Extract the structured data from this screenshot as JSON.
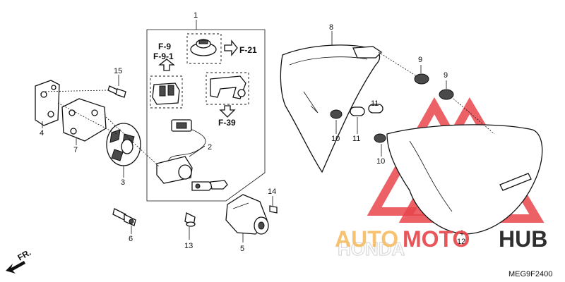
{
  "diagram": {
    "code": "MEG9F2400",
    "front_marker": "FR.",
    "callouts": {
      "c1": "1",
      "c2": "2",
      "c3": "3",
      "c4": "4",
      "c5": "5",
      "c6": "6",
      "c7": "7",
      "c8": "8",
      "c9a": "9",
      "c9b": "9",
      "c10a": "10",
      "c10b": "10",
      "c11a": "11",
      "c11b": "11",
      "c12": "12",
      "c13": "13",
      "c14": "14",
      "c15": "15"
    },
    "references": {
      "r_f9": "F-9",
      "r_f91": "F-9-1",
      "r_f21": "F-21",
      "r_f39": "F-39"
    }
  },
  "watermark": {
    "part1": "AUTO",
    "part2": "MOTO",
    "part3": "HUB",
    "brand_outline": "HONDA"
  },
  "colors": {
    "watermark_red": "#e8454a",
    "watermark_orange": "#f6b95b",
    "watermark_dark": "#2f2f2f"
  }
}
